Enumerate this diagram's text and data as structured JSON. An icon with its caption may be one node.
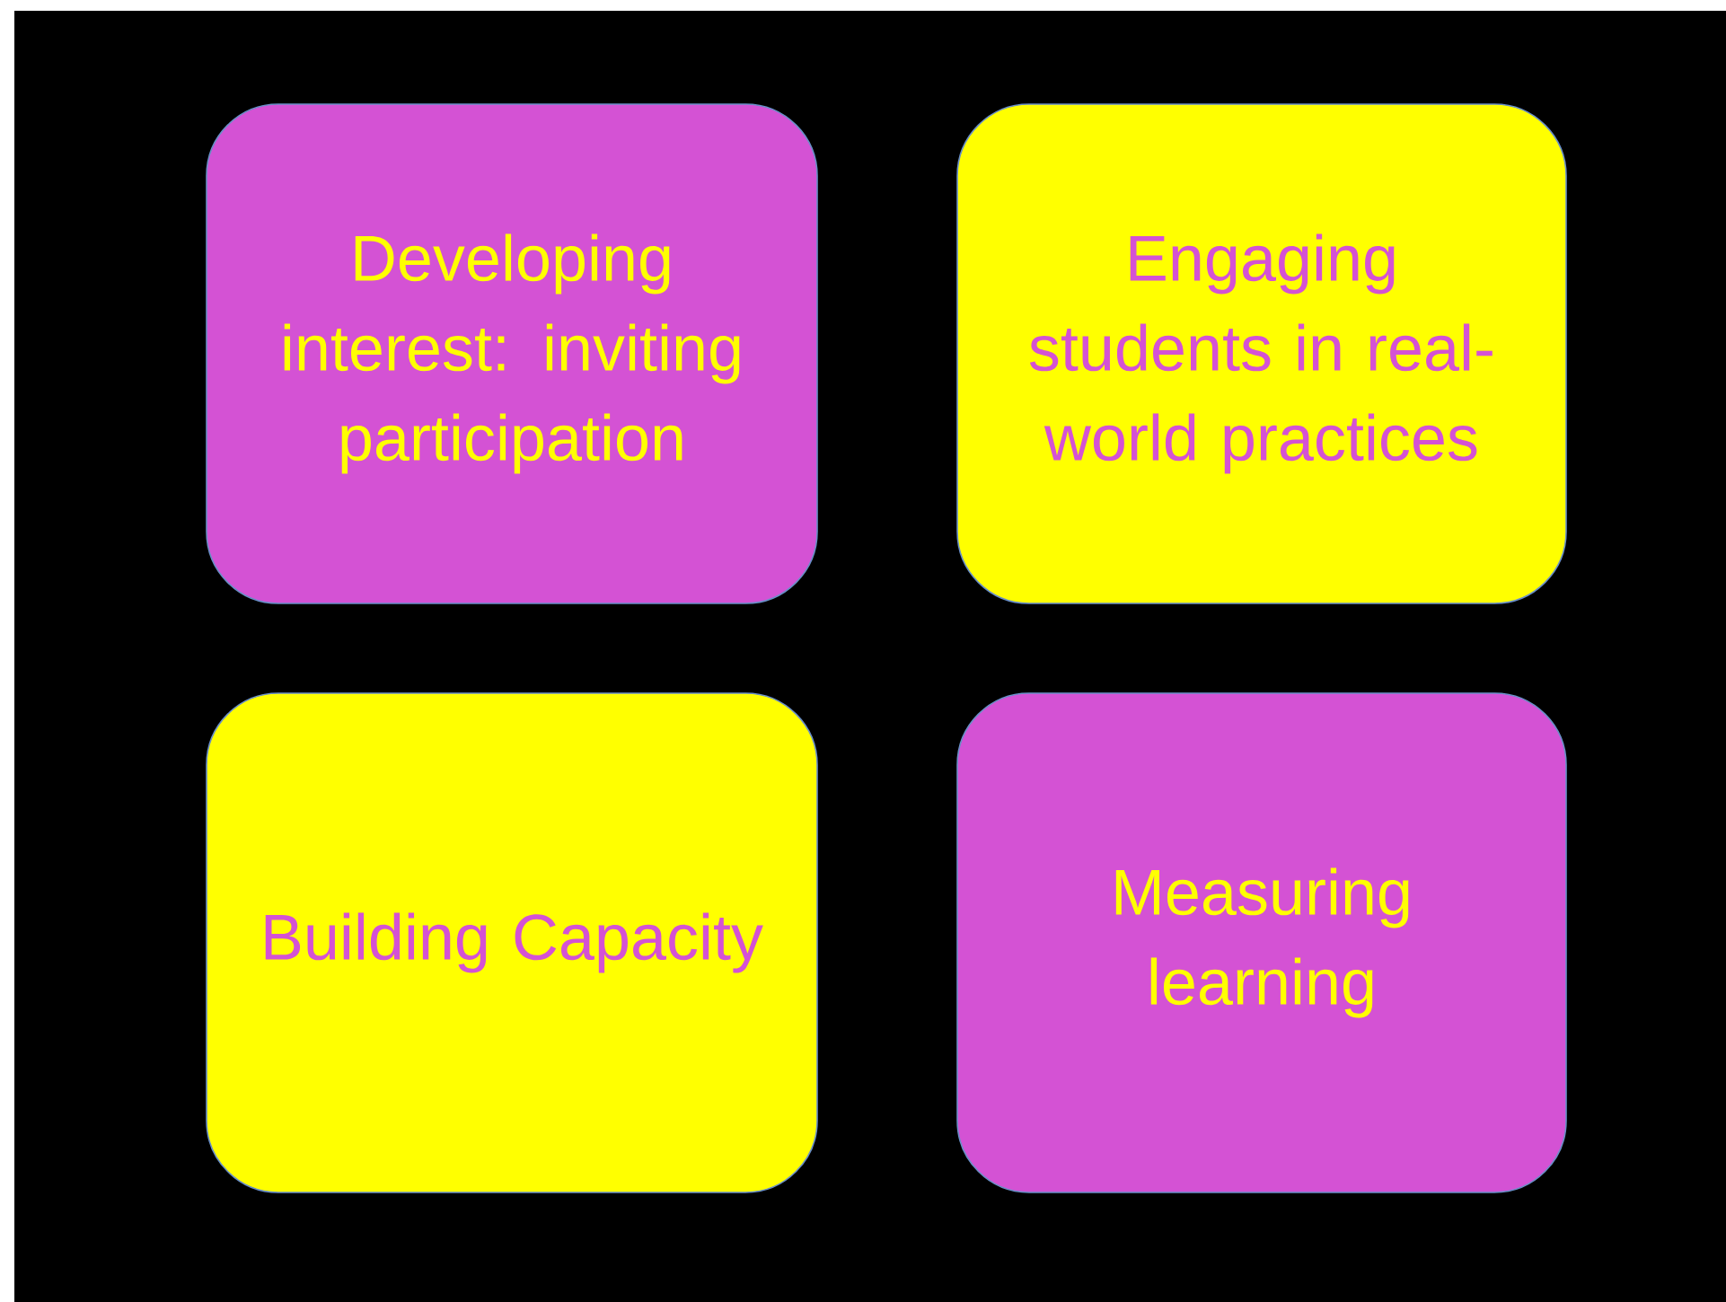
{
  "diagram": {
    "nodes": [
      {
        "text": [
          "Developing interest: inviting participation"
        ]
      },
      {
        "text": [
          "Engaging students in real-world practices"
        ]
      },
      {
        "text": [
          "Building Capacity"
        ]
      },
      {
        "text": [
          "Measuring learning"
        ]
      }
    ]
  }
}
